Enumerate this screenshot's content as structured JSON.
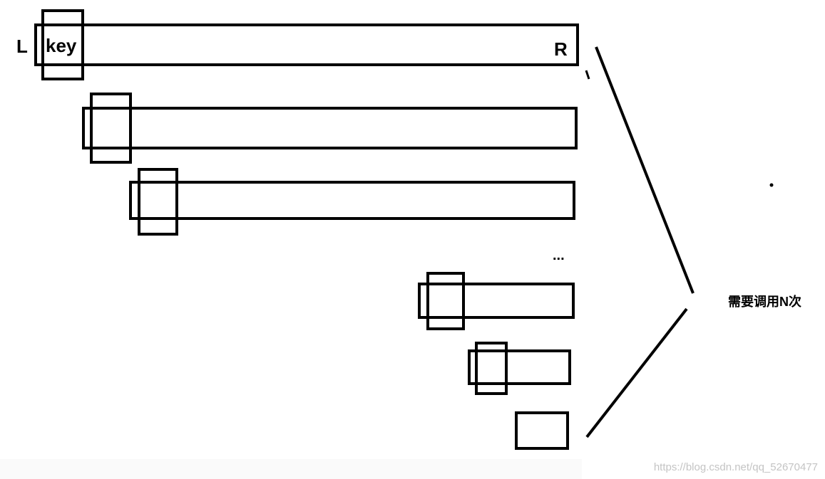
{
  "labels": {
    "left": "L",
    "key": "key",
    "right": "R",
    "ellipsis": "...",
    "calls": "需要调用N次"
  },
  "watermark": "https://blog.csdn.net/qq_52670477"
}
